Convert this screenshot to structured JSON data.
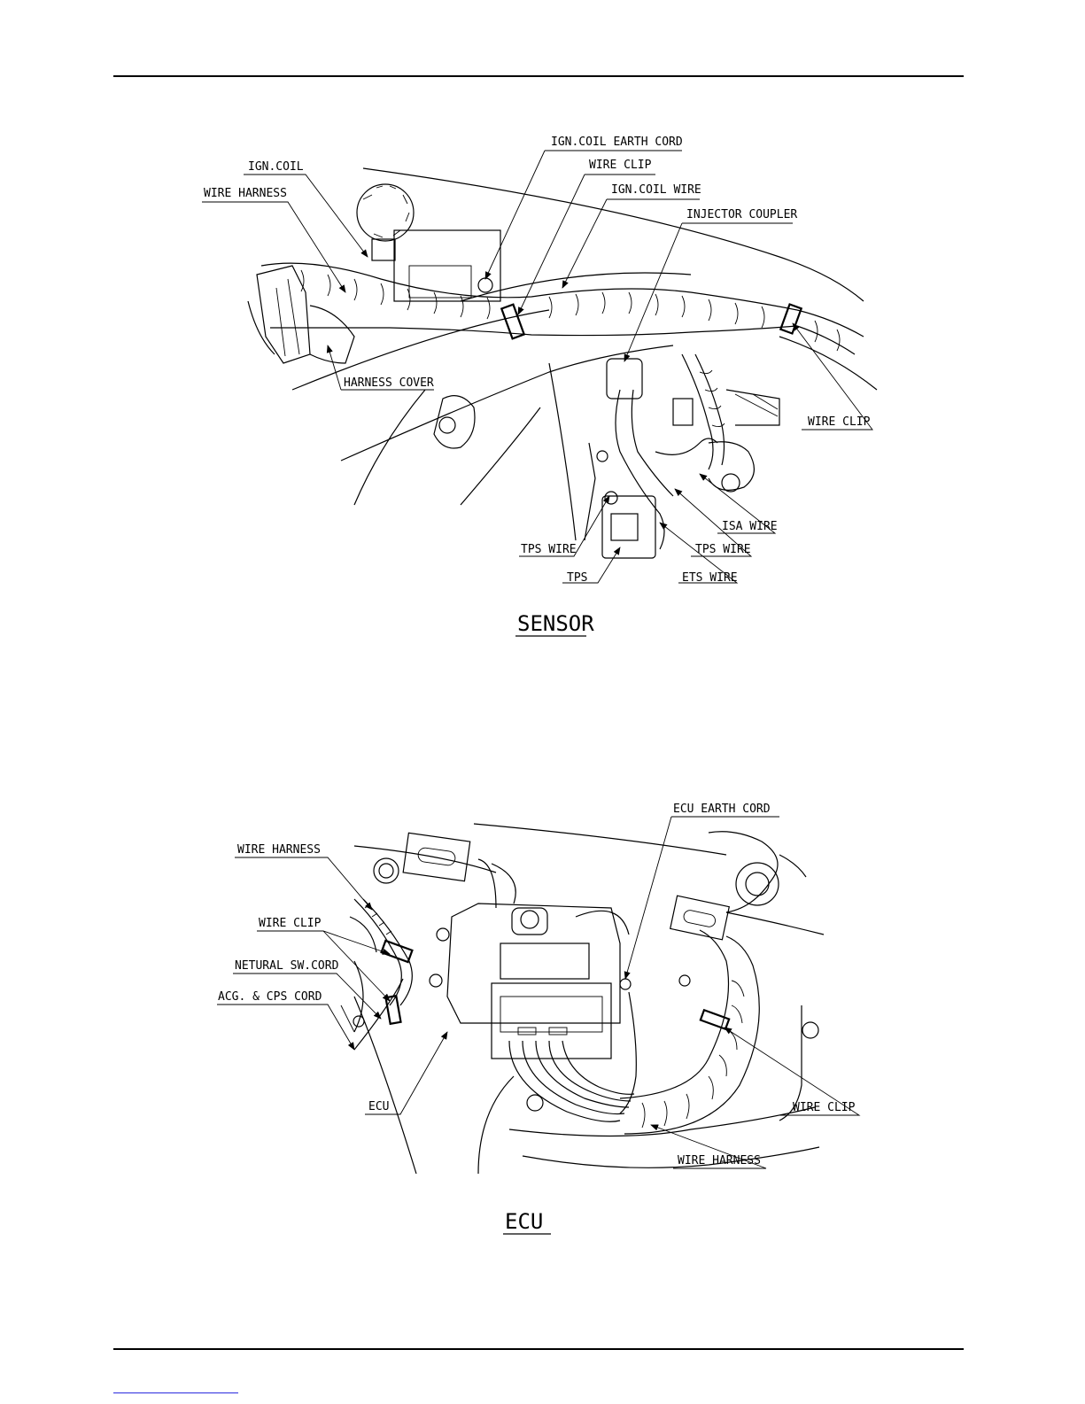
{
  "sensor": {
    "caption": "SENSOR",
    "labels": {
      "ign_coil_earth_cord": "IGN.COIL EARTH CORD",
      "ign_coil": "IGN.COIL",
      "wire_clip_top": "WIRE CLIP",
      "wire_harness": "WIRE HARNESS",
      "ign_coil_wire": "IGN.COIL WIRE",
      "injector_coupler": "INJECTOR COUPLER",
      "harness_cover": "HARNESS COVER",
      "wire_clip_right": "WIRE CLIP",
      "isa_wire": "ISA WIRE",
      "tps_wire_left": "TPS WIRE",
      "tps_wire_right": "TPS WIRE",
      "tps": "TPS",
      "ets_wire": "ETS WIRE"
    }
  },
  "ecu": {
    "caption": "ECU",
    "labels": {
      "ecu_earth_cord": "ECU EARTH CORD",
      "wire_harness_left": "WIRE HARNESS",
      "wire_clip_left": "WIRE CLIP",
      "netural_sw_cord": "NETURAL SW.CORD",
      "acg_cps_cord": "ACG. & CPS CORD",
      "ecu": "ECU",
      "wire_clip_right": "WIRE CLIP",
      "wire_harness_bottom": "WIRE HARNESS"
    }
  }
}
